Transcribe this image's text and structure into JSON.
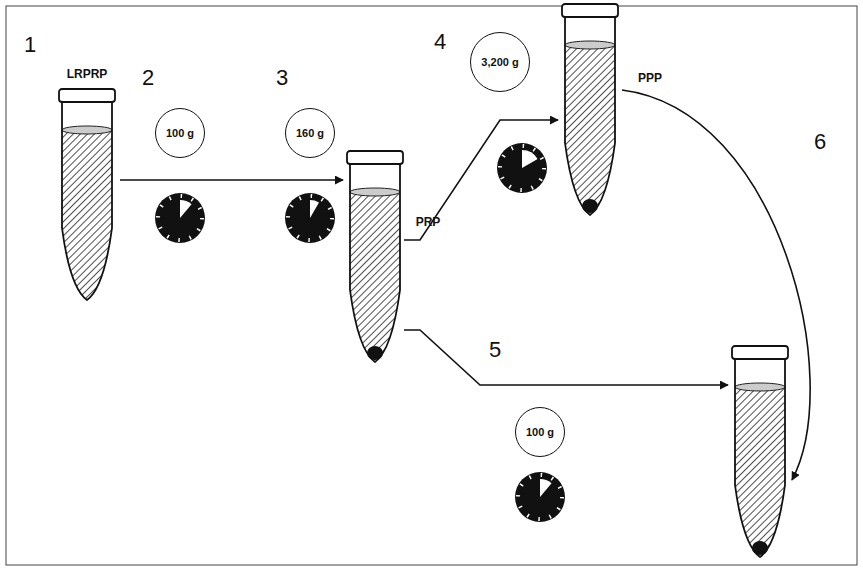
{
  "diagram": {
    "nodes": [
      {
        "text": [
          "100 g"
        ]
      },
      {
        "text": [
          "160 g"
        ]
      },
      {
        "text": [
          "3,200 g"
        ]
      },
      {
        "text": [
          "100 g"
        ]
      }
    ],
    "labels": [
      "1",
      "LRPRP",
      "2",
      "3",
      "PRP",
      "4",
      "PPP",
      "5",
      "6"
    ]
  }
}
